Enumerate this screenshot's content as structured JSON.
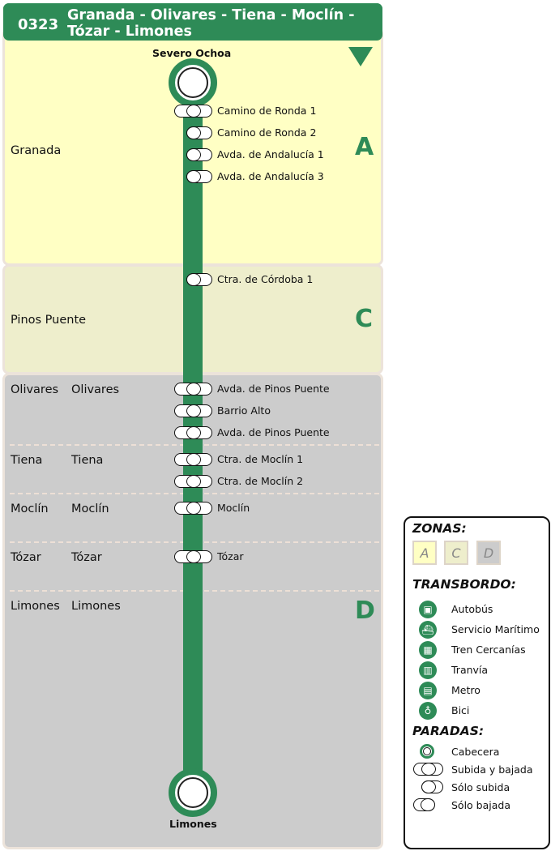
{
  "header": {
    "code": "0323",
    "title": "Granada - Olivares - Tiena - Moclín - Tózar - Limones"
  },
  "colors": {
    "route": "#2e8b57",
    "zone_a": "#ffffc4",
    "zone_c": "#eeeecc",
    "zone_d": "#cccccc"
  },
  "zones": {
    "a": {
      "letter": "A",
      "municipality": "Granada"
    },
    "c": {
      "letter": "C",
      "municipality": "Pinos Puente"
    },
    "d": {
      "letter": "D"
    }
  },
  "localities": [
    {
      "municipality": "Olivares",
      "locality": "Olivares"
    },
    {
      "municipality": "Tiena",
      "locality": "Tiena"
    },
    {
      "municipality": "Moclín",
      "locality": "Moclín"
    },
    {
      "municipality": "Tózar",
      "locality": "Tózar"
    },
    {
      "municipality": "Limones",
      "locality": "Limones"
    }
  ],
  "terminals": {
    "start": "Severo Ochoa",
    "end": "Limones"
  },
  "stops": [
    {
      "name": "Camino de Ronda 1",
      "type": "both"
    },
    {
      "name": "Camino de Ronda 2",
      "type": "boarding"
    },
    {
      "name": "Avda. de Andalucía 1",
      "type": "boarding"
    },
    {
      "name": "Avda. de Andalucía 3",
      "type": "boarding"
    },
    {
      "name": "Ctra. de Córdoba 1",
      "type": "boarding"
    },
    {
      "name": "Avda. de Pinos Puente",
      "type": "both"
    },
    {
      "name": "Barrio Alto",
      "type": "both"
    },
    {
      "name": "Avda. de Pinos Puente",
      "type": "both"
    },
    {
      "name": "Ctra. de Moclín 1",
      "type": "both"
    },
    {
      "name": "Ctra. de Moclín 2",
      "type": "both"
    },
    {
      "name": "Moclín",
      "type": "both"
    },
    {
      "name": "Tózar",
      "type": "both"
    }
  ],
  "legend": {
    "zones_title": "ZONAS:",
    "zone_letters": [
      "A",
      "C",
      "D"
    ],
    "transfer_title": "TRANSBORDO:",
    "transfers": [
      {
        "label": "Autobús",
        "icon": "bus-icon"
      },
      {
        "label": "Servicio Marítimo",
        "icon": "ship-icon"
      },
      {
        "label": "Tren Cercanías",
        "icon": "train-icon"
      },
      {
        "label": "Tranvía",
        "icon": "tram-icon"
      },
      {
        "label": "Metro",
        "icon": "metro-icon"
      },
      {
        "label": "Bici",
        "icon": "bicycle-icon"
      }
    ],
    "stops_title": "PARADAS:",
    "stop_types": [
      "Cabecera",
      "Subida y bajada",
      "Sólo subida",
      "Sólo bajada"
    ]
  }
}
